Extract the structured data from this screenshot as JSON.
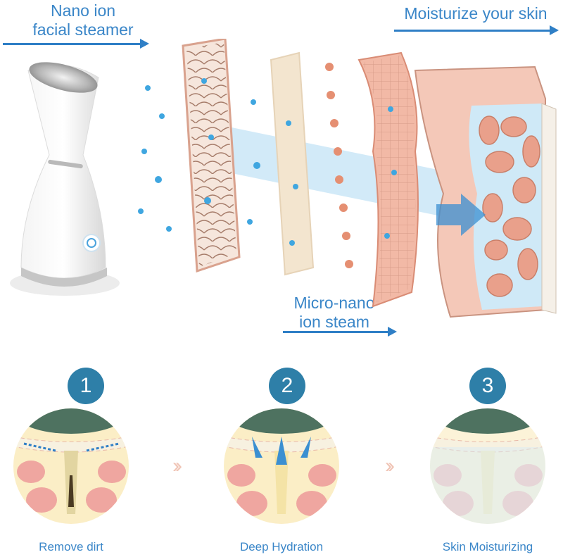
{
  "header": {
    "left_label_line1": "Nano ion",
    "left_label_line2": "facial steamer",
    "right_label": "Moisturize your skin",
    "middle_label_line1": "Micro-nano",
    "middle_label_line2": "ion steam"
  },
  "steps": [
    {
      "number": "1",
      "label": "Remove dirt"
    },
    {
      "number": "2",
      "label": "Deep Hydration"
    },
    {
      "number": "3",
      "label": "Skin Moisturizing"
    }
  ],
  "colors": {
    "accent_blue": "#2f7fc6",
    "text_blue": "#3a86c8",
    "badge_teal": "#2e7fa8",
    "skin_pink": "#f2b9a6",
    "droplet": "#3fa6e0"
  }
}
